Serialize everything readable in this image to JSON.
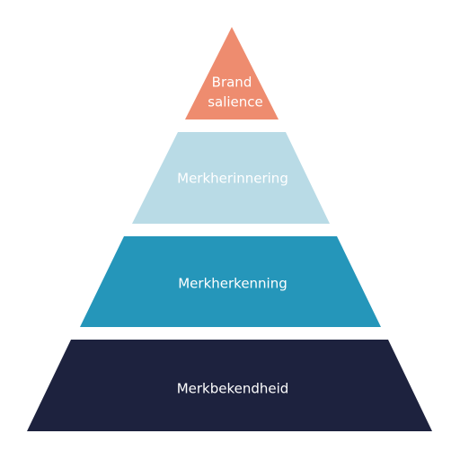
{
  "diagram": {
    "type": "pyramid",
    "tiers": [
      {
        "lines": [
          "Brand",
          "salience"
        ],
        "color": "#EE8C6F"
      },
      {
        "lines": [
          "Merkherinnering"
        ],
        "color": "#B9DBE6"
      },
      {
        "lines": [
          "Merkherkenning"
        ],
        "color": "#2596BA"
      },
      {
        "lines": [
          "Merkbekendheid"
        ],
        "color": "#1D223E"
      }
    ]
  }
}
